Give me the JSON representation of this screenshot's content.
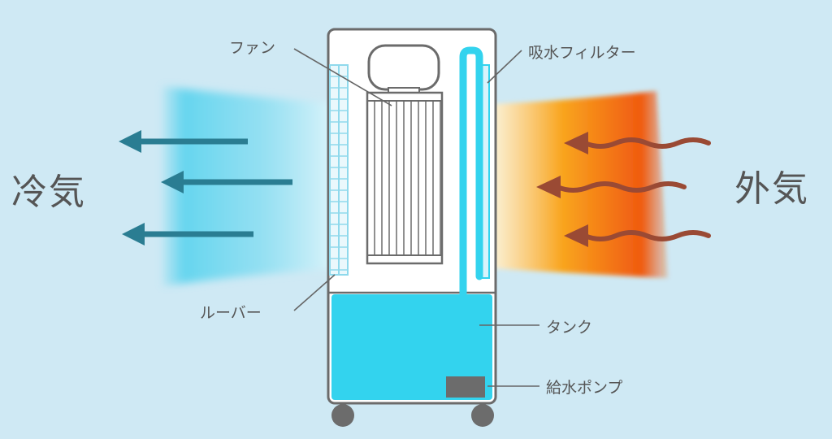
{
  "labels": {
    "cool_air": "冷気",
    "outside_air": "外気",
    "fan": "ファン",
    "absorbent_filter": "吸水フィルター",
    "louver": "ルーバー",
    "tank": "タンク",
    "supply_pump": "給水ポンプ"
  },
  "colors": {
    "background": "#cfe9f4",
    "cool_gradient": "#5ad3ee",
    "warm_gradient_hot": "#f05a10",
    "warm_gradient_mid": "#f9a51e",
    "arrow_cool": "#2a7d92",
    "arrow_warm": "#9a4a34",
    "water": "#33d3ee",
    "body_outline": "#6b6b6b",
    "pump": "#6c6c6c"
  }
}
